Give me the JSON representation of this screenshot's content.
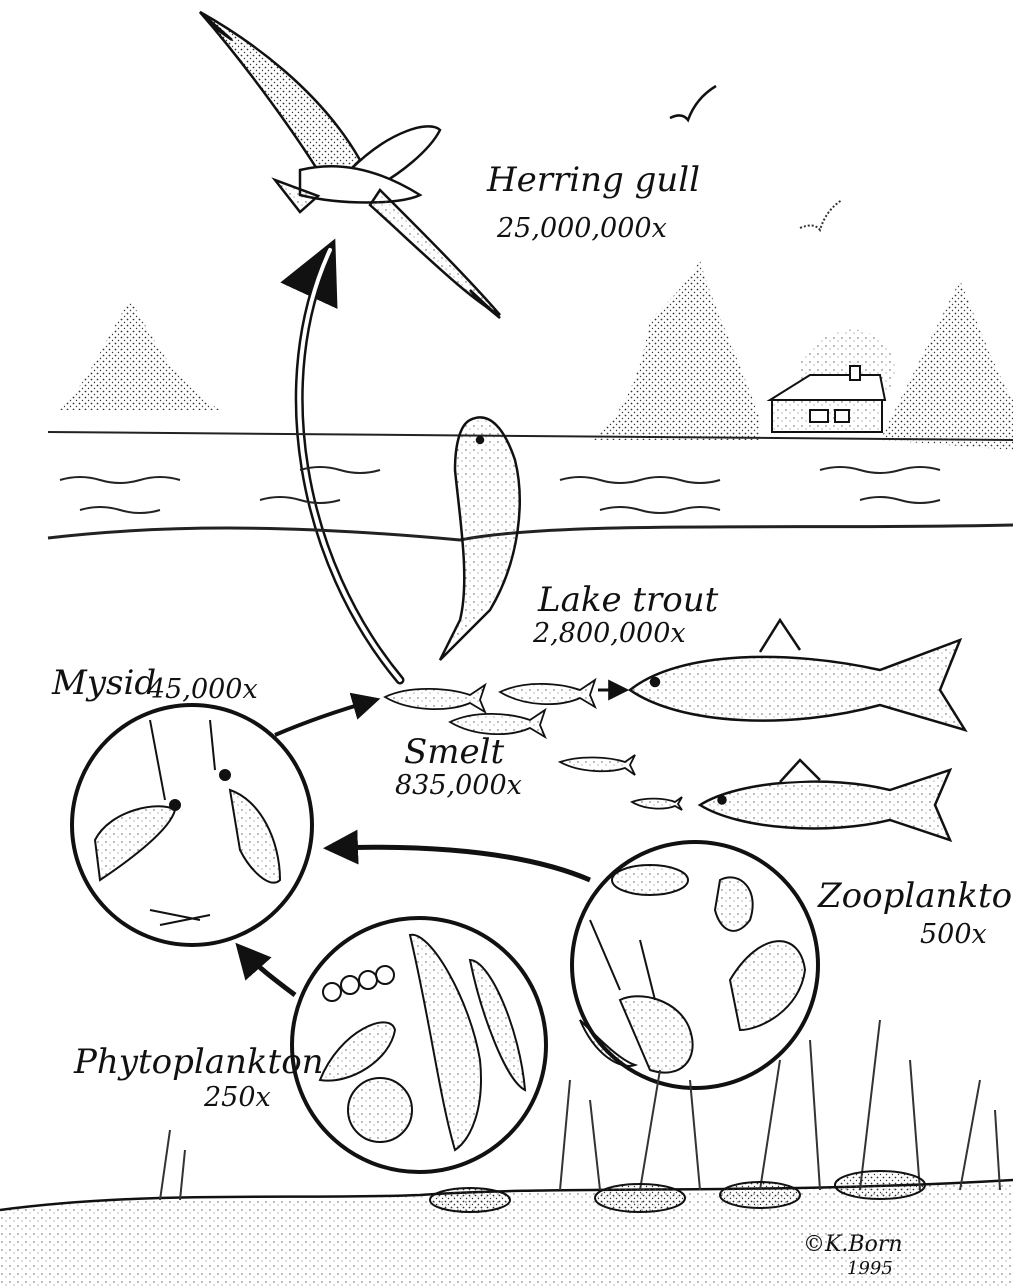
{
  "organisms": {
    "herring_gull": {
      "name": "Herring gull",
      "factor": "25,000,000x"
    },
    "lake_trout": {
      "name": "Lake trout",
      "factor": "2,800,000x"
    },
    "mysid": {
      "name": "Mysid",
      "factor": "45,000x"
    },
    "smelt": {
      "name": "Smelt",
      "factor": "835,000x"
    },
    "zooplankton": {
      "name": "Zooplankton",
      "factor": "500x"
    },
    "phytoplankton": {
      "name": "Phytoplankton",
      "factor": "250x"
    }
  },
  "signature": {
    "mark": "©K.Born",
    "year": "1995"
  },
  "colors": {
    "ink": "#111111",
    "paper": "#ffffff",
    "stipple": "#555555"
  },
  "icons": [
    "gull-icon",
    "trout-icon",
    "smelt-icon",
    "mysid-icon",
    "zooplankton-icon",
    "phytoplankton-icon",
    "cabin-icon",
    "tree-icon",
    "arrow-icon"
  ]
}
